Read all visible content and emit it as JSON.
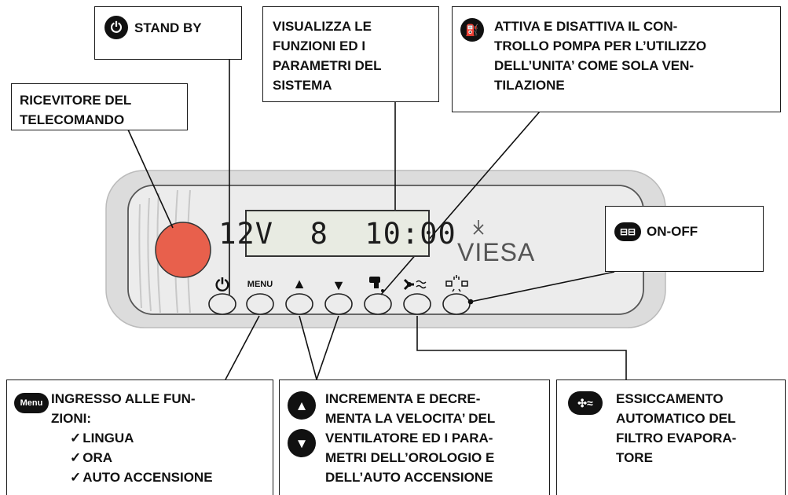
{
  "callouts": {
    "standby": "STAND BY",
    "receiver": [
      "RICEVITORE DEL",
      "TELECOMANDO"
    ],
    "display": [
      "VISUALIZZA LE",
      "FUNZIONI ED I",
      "PARAMETRI DEL",
      "SISTEMA"
    ],
    "pump": [
      "ATTIVA E DISATTIVA IL CON-",
      "TROLLO POMPA PER L’UTILIZZO",
      "DELL’UNITA’ COME SOLA VEN-",
      "TILAZIONE"
    ],
    "onoff": "ON-OFF",
    "menu": [
      "INGRESSO ALLE FUN-",
      "ZIONI:"
    ],
    "menu_items": [
      "LINGUA",
      "ORA",
      "AUTO ACCENSIONE"
    ],
    "speed": [
      "INCREMENTA E DECRE-",
      "MENTA LA VELOCITA’ DEL",
      "VENTILATORE ED I PARA-",
      "METRI DELL’OROLOGIO E",
      "DELL’AUTO ACCENSIONE"
    ],
    "dry": [
      "ESSICCAMENTO",
      "AUTOMATICO DEL",
      "FILTRO EVAPORA-",
      "TORE"
    ]
  },
  "lcd_text": "12V  8  10:00",
  "brand": "VIESA",
  "button_labels": {
    "standby": "⏻",
    "menu": "MENU",
    "up": "▲",
    "down": "▼"
  },
  "menu_icon_text": "Menu",
  "colors": {
    "receiver": "#e8604c",
    "panel": "#e3e3e3",
    "lcd": "#e8ebe2"
  }
}
